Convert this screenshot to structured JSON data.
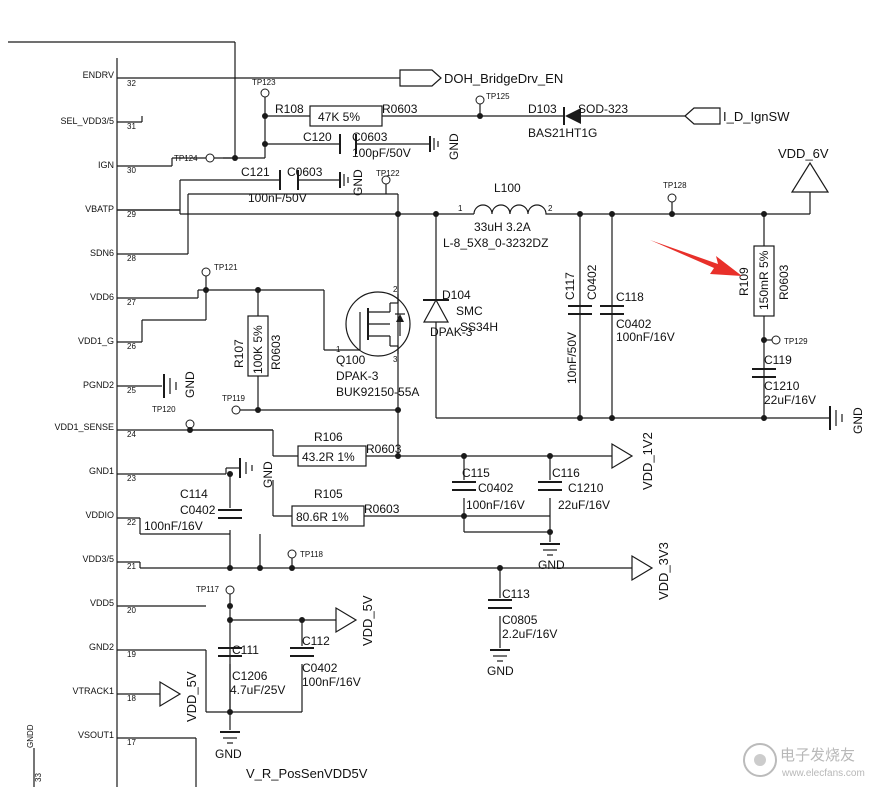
{
  "pins": [
    {
      "name": "ENDRV",
      "num": "32"
    },
    {
      "name": "SEL_VDD3/5",
      "num": "31"
    },
    {
      "name": "IGN",
      "num": "30"
    },
    {
      "name": "VBATP",
      "num": "29"
    },
    {
      "name": "SDN6",
      "num": "28"
    },
    {
      "name": "VDD6",
      "num": "27"
    },
    {
      "name": "VDD1_G",
      "num": "26"
    },
    {
      "name": "PGND2",
      "num": "25"
    },
    {
      "name": "VDD1_SENSE",
      "num": "24"
    },
    {
      "name": "GND1",
      "num": "23"
    },
    {
      "name": "VDDIO",
      "num": "22"
    },
    {
      "name": "VDD3/5",
      "num": "21"
    },
    {
      "name": "VDD5",
      "num": "20"
    },
    {
      "name": "GND2",
      "num": "19"
    },
    {
      "name": "VTRACK1",
      "num": "18"
    },
    {
      "name": "VSOUT1",
      "num": "17"
    }
  ],
  "bottom_pin": {
    "name": "GNDD",
    "num": "33"
  },
  "testpoints": [
    "TP123",
    "TP125",
    "TP124",
    "TP122",
    "TP128",
    "TP121",
    "TP129",
    "TP120",
    "TP119",
    "TP118",
    "TP117"
  ],
  "nets": {
    "doh": "DOH_BridgeDrv_EN",
    "ignsw": "I_D_IgnSW",
    "vdd6v": "VDD_6V",
    "vdd1v2": "VDD_1V2",
    "vdd3v3": "VDD_3V3",
    "vdd5v_a": "VDD_5V",
    "vdd5v_b": "VDD_5V",
    "possen": "V_R_PosSenVDD5V",
    "gnd": "GND"
  },
  "parts": {
    "r108": {
      "ref": "R108",
      "value": "47K 5%",
      "pkg": "R0603"
    },
    "c120": {
      "ref": "C120",
      "pkg": "C0603",
      "value": "100pF/50V"
    },
    "c121": {
      "ref": "C121",
      "pkg": "C0603",
      "value": "100nF/50V"
    },
    "d103": {
      "ref": "D103",
      "pkg": "SOD-323",
      "part": "BAS21HT1G"
    },
    "l100": {
      "ref": "L100",
      "value": "33uH 3.2A",
      "pkg": "L-8_5X8_0-3232DZ",
      "pin1": "1",
      "pin2": "2"
    },
    "d104": {
      "ref": "D104",
      "pkg": "SMC",
      "part": "SS34H",
      "pkg2": "DPAK-3"
    },
    "q100": {
      "ref": "Q100",
      "pkg": "DPAK-3",
      "part": "BUK92150-55A",
      "pin1": "1",
      "pin2": "2",
      "pin3": "3"
    },
    "c117": {
      "ref": "C117",
      "pkg": "C0402",
      "value": "10nF/50V"
    },
    "c118": {
      "ref": "C118",
      "pkg": "C0402",
      "value": "100nF/16V"
    },
    "r109": {
      "ref": "R109",
      "value": "150mR 5%",
      "pkg": "R0603"
    },
    "c119": {
      "ref": "C119",
      "pkg": "C1210",
      "value": "22uF/16V"
    },
    "r107": {
      "ref": "R107",
      "value": "100K 5%",
      "pkg": "R0603"
    },
    "r106": {
      "ref": "R106",
      "value": "43.2R 1%",
      "pkg": "R0603"
    },
    "r105": {
      "ref": "R105",
      "value": "80.6R 1%",
      "pkg": "R0603"
    },
    "c115": {
      "ref": "C115",
      "pkg": "C0402",
      "value": "100nF/16V"
    },
    "c116": {
      "ref": "C116",
      "pkg": "C1210",
      "value": "22uF/16V"
    },
    "c114": {
      "ref": "C114",
      "pkg": "C0402",
      "value": "100nF/16V"
    },
    "c113": {
      "ref": "C113",
      "pkg": "C0805",
      "value": "2.2uF/16V"
    },
    "c111": {
      "ref": "C111",
      "pkg": "C1206",
      "value": "4.7uF/25V"
    },
    "c112": {
      "ref": "C112",
      "pkg": "C0402",
      "value": "100nF/16V"
    }
  },
  "watermark": {
    "text1": "电子发烧友",
    "text2": "www.elecfans.com"
  },
  "colors": {
    "line": "#1a1a1a",
    "arrow": "#e8302a",
    "background": "#ffffff"
  }
}
